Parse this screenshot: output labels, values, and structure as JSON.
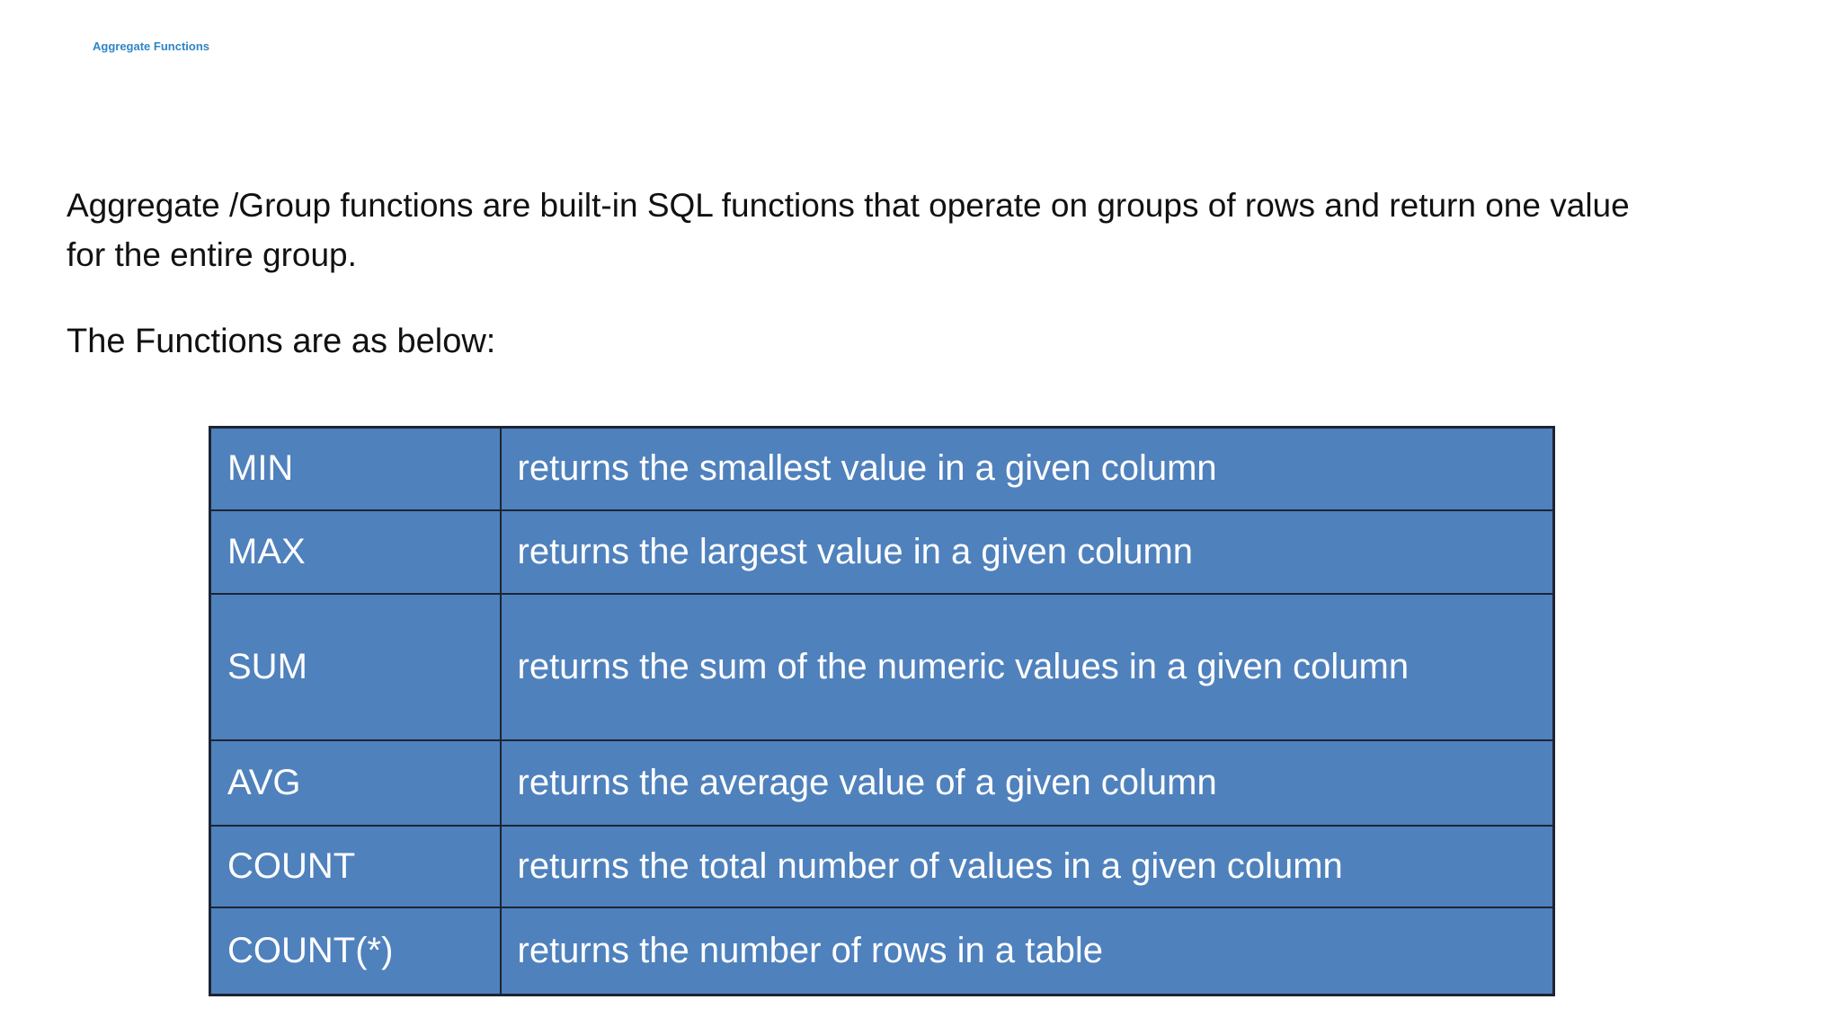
{
  "page": {
    "bg_color": "#ffffff",
    "body_text_color": "#111111"
  },
  "header": {
    "title": "Aggregate Functions",
    "title_color": "#2E86C6"
  },
  "content": {
    "intro": "Aggregate /Group functions are built-in SQL functions that operate on groups of rows and return one value\nfor the entire group.",
    "subtitle": "The Functions are as below:"
  },
  "table": {
    "bg_color": "#4F81BD",
    "border_color": "#1d2433",
    "text_color": "#ffffff",
    "rows": [
      {
        "name": "MIN",
        "description": "returns the smallest value in a given column"
      },
      {
        "name": "MAX",
        "description": "returns the largest value in a given column"
      },
      {
        "name": "SUM",
        "description": "returns the sum of the numeric values in a given column"
      },
      {
        "name": "AVG",
        "description": "returns the average value of a given column"
      },
      {
        "name": "COUNT",
        "description": "returns the total number of values in a given column"
      },
      {
        "name": "COUNT(*)",
        "description": "returns the number of rows in a table"
      }
    ]
  }
}
